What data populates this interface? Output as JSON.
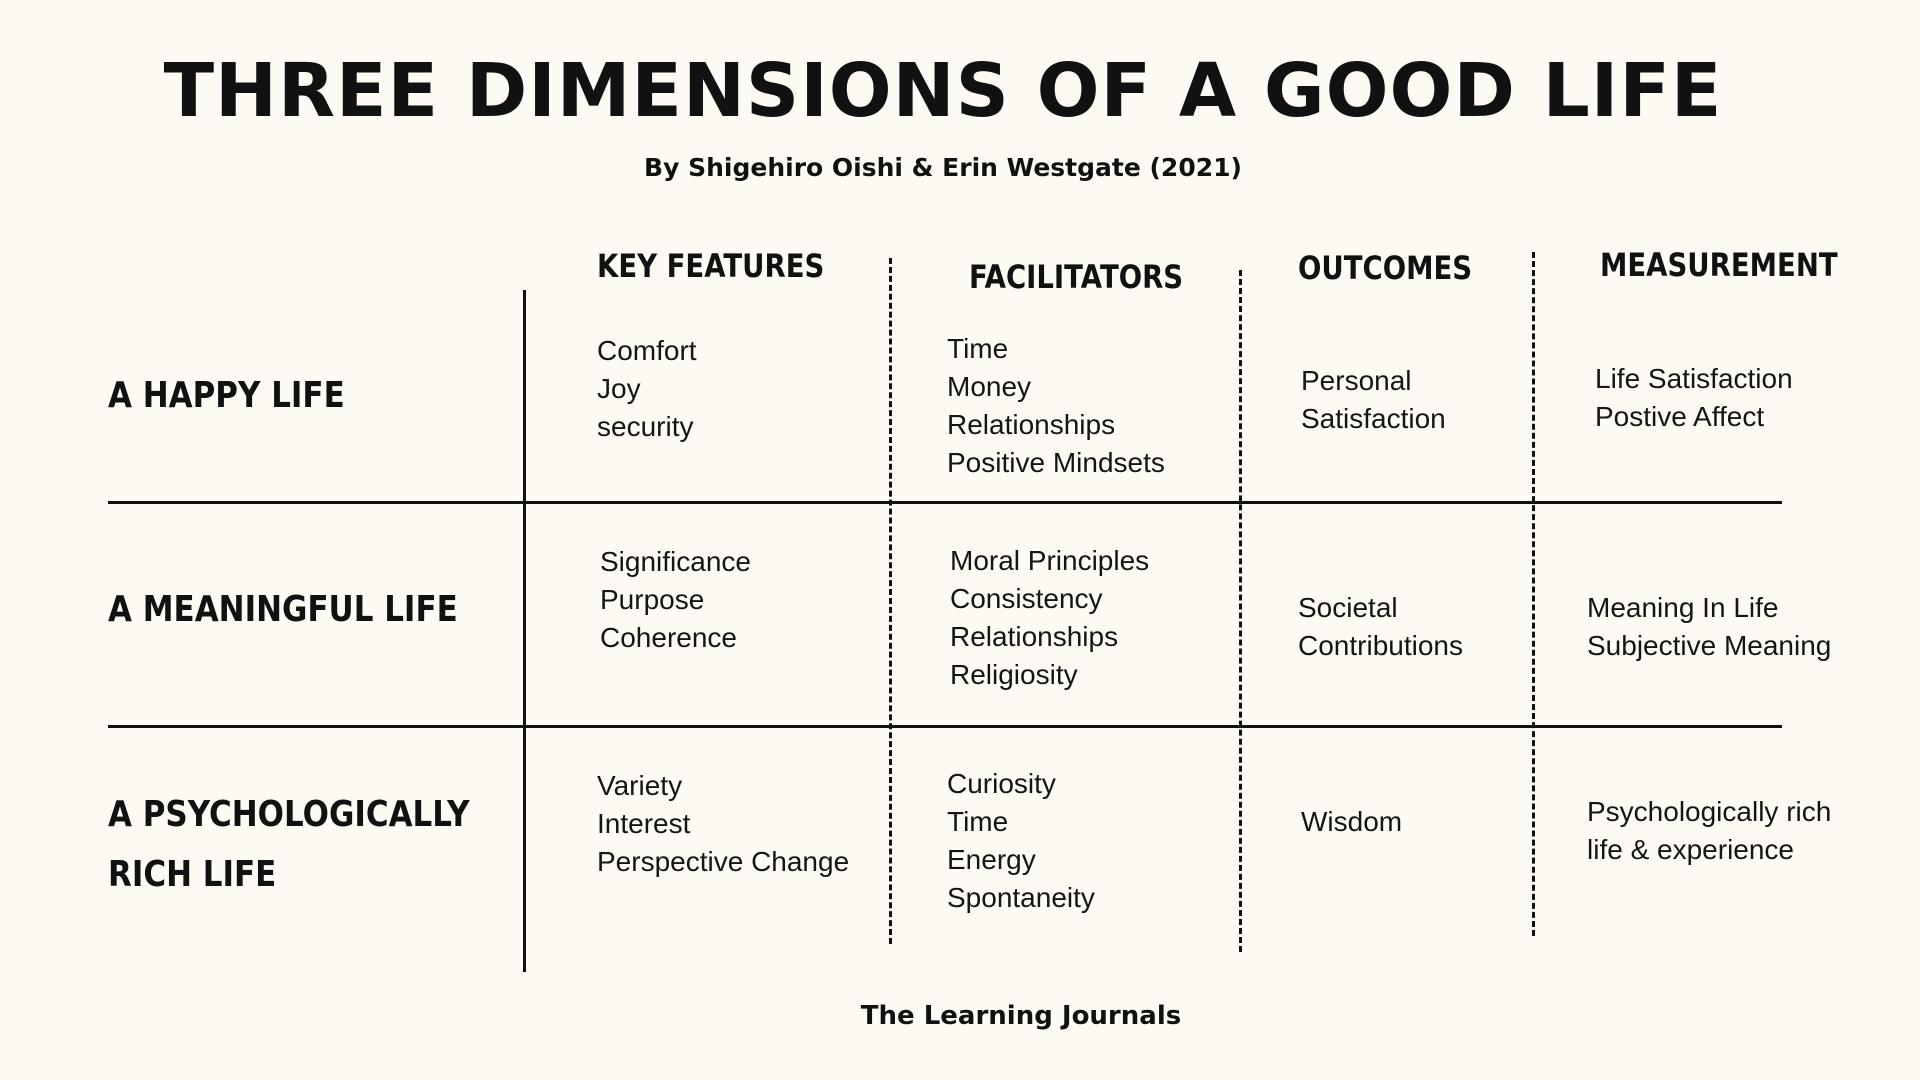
{
  "title": "THREE DIMENSIONS OF A GOOD LIFE",
  "subtitle": "By Shigehiro Oishi & Erin Westgate (2021)",
  "columns": [
    "KEY FEATURES",
    "FACILITATORS",
    "OUTCOMES",
    "MEASUREMENT"
  ],
  "rows": [
    {
      "label": [
        "A HAPPY LIFE"
      ],
      "key_features": [
        "Comfort",
        "Joy",
        "security"
      ],
      "facilitators": [
        "Time",
        "Money",
        "Relationships",
        "Positive Mindsets"
      ],
      "outcomes": [
        "Personal",
        "Satisfaction"
      ],
      "measurement": [
        "Life Satisfaction",
        "Postive Affect"
      ]
    },
    {
      "label": [
        "A MEANINGFUL LIFE"
      ],
      "key_features": [
        "Significance",
        "Purpose",
        "Coherence"
      ],
      "facilitators": [
        "Moral Principles",
        "Consistency",
        "Relationships",
        "Religiosity"
      ],
      "outcomes": [
        "Societal",
        "Contributions"
      ],
      "measurement": [
        "Meaning In Life",
        "Subjective Meaning"
      ]
    },
    {
      "label": [
        "A PSYCHOLOGICALLY",
        "RICH LIFE"
      ],
      "key_features": [
        "Variety",
        "Interest",
        "Perspective Change"
      ],
      "facilitators": [
        "Curiosity",
        "Time",
        "Energy",
        "Spontaneity"
      ],
      "outcomes": [
        "Wisdom"
      ],
      "measurement": [
        "Psychologically rich",
        "life & experience"
      ]
    }
  ],
  "footer": "The Learning Journals",
  "colors": {
    "background": "#fcfaf3",
    "ink": "#111111"
  }
}
